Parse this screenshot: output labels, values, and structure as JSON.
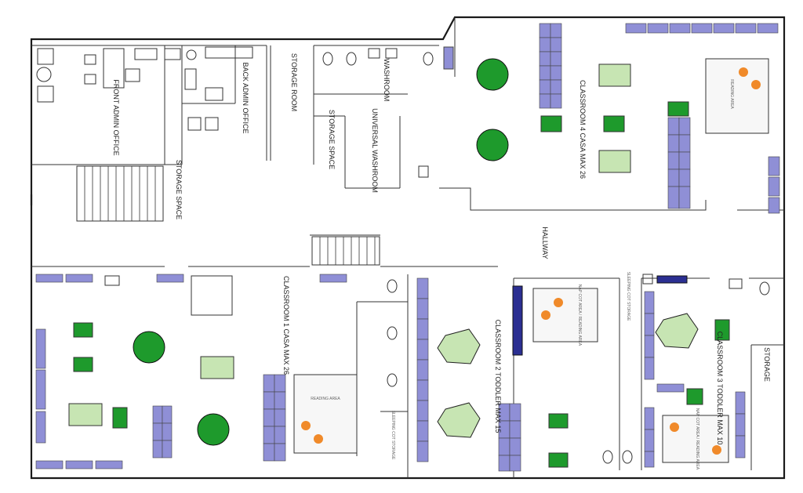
{
  "colors": {
    "table_green": "#1e9a2c",
    "table_light_green": "#c7e5b3",
    "cabinet_purple": "#8f8fd6",
    "cabinet_navy": "#2b2f92",
    "reading_circle": "#f08a2a",
    "wall": "#1a1a1a"
  },
  "rooms": {
    "front_admin_office": "FRONT ADMIN OFFICE",
    "back_admin_office": "BACK ADMIN OFFICE",
    "storage_room": "STORAGE ROOM",
    "storage_space_top": "STORAGE SPACE",
    "washroom": "WASHROOM",
    "universal_washroom": "UNIVERSAL WASHROOM",
    "storage_space_stairs": "STORAGE SPACE",
    "classroom_4": "CLASSROOM 4 CASA MAX 26",
    "reading_area_c4": "READING AREA",
    "hallway": "HALLWAY",
    "classroom_1": "CLASSROOM 1 CASA MAX 26",
    "reading_area_c1": "READING AREA",
    "sleeping_cot_storage_c1": "SLEEPING COT STORAGE",
    "classroom_2": "CLASSROOM 2 TODDLER MAX 15",
    "nap_cot_area_c2": "NAP COT AREA / READING AREA",
    "sleeping_cot_storage_c2": "SLEEPING COT STORAGE",
    "classroom_3": "CLASSROOM 3 TODDLER MAX 10",
    "nap_cot_area_c3": "NAP COT AREA / READING AREA",
    "storage_right": "STORAGE"
  }
}
